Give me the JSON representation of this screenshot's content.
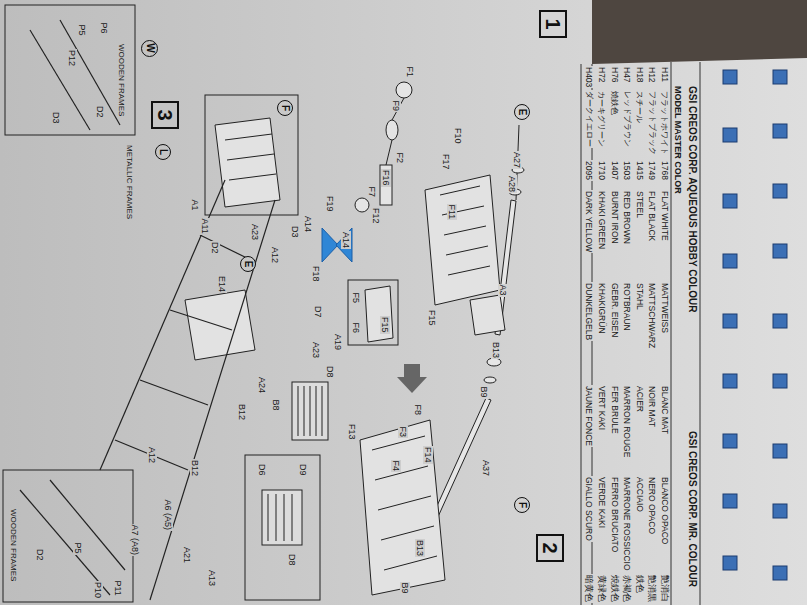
{
  "diagram": {
    "nodes": [
      {
        "text": [
          "1"
        ]
      },
      {
        "text": [
          "2"
        ]
      },
      {
        "text": [
          "3"
        ]
      },
      {
        "text": [
          "E"
        ]
      },
      {
        "text": [
          "F"
        ]
      },
      {
        "text": [
          "F"
        ]
      },
      {
        "text": [
          "E"
        ]
      },
      {
        "text": [
          "L"
        ]
      },
      {
        "text": [
          "W"
        ]
      }
    ],
    "labels": [
      "GSI CREOS CORP. AQUEOUS HOBBY COLOUR",
      "MODEL MASTER COLOR",
      "GSI CREOS CORP. MR. COLOUR",
      "H11",
      "フラットホワイト",
      "1768",
      "FLAT WHITE",
      "MATTWEISS",
      "BLANC MAT",
      "BLANCO OPACO",
      "艶消白",
      "H12",
      "フラットブラック",
      "1749",
      "FLAT BLACK",
      "MATTSCHWARZ",
      "NOIR MAT",
      "NERO OPACO",
      "艶消黒",
      "H18",
      "スチール",
      "1415",
      "STEEL",
      "STAHL",
      "ACIER",
      "ACCIAIO",
      "鉄色",
      "H47",
      "レッドブラウン",
      "1503",
      "RED BROWN",
      "ROTBRAUN",
      "MARRON ROUGE",
      "MARRONE ROSSICCIO",
      "赤褐色",
      "H76",
      "焼鉄色",
      "1407",
      "BURNT IRON",
      "GEBR. EISEN",
      "FER BRULE",
      "FERRO BRUCIATO",
      "焼鉄色",
      "H72",
      "カーキグリーン",
      "1710",
      "KHAKI GREEN",
      "KHAKIGRÜN",
      "VERT KAKI",
      "VERDE KAKI",
      "黄緑色",
      "H403",
      "ダークイエロー",
      "2095",
      "DARK YELLOW",
      "DUNKELGELB",
      "JAUNE FONCE",
      "GIALLO SCURO",
      "暗黄色",
      "A27",
      "A28",
      "A3",
      "B13",
      "B9",
      "A37",
      "B13",
      "B9",
      "F10",
      "F17",
      "F11",
      "F15",
      "F15",
      "F5",
      "F6",
      "F1",
      "F9",
      "F2",
      "F16",
      "F7",
      "F12",
      "A14",
      "F19",
      "A14",
      "F18",
      "F14",
      "F8",
      "F3",
      "F4",
      "F13",
      "A23",
      "A19",
      "D8",
      "A23",
      "D7",
      "D3",
      "A12",
      "A1",
      "A11",
      "D2",
      "E14",
      "A24",
      "B8",
      "B12",
      "B12",
      "A12",
      "A6 (A5)",
      "A7 (A8)",
      "A21",
      "A13",
      "D9",
      "D6",
      "D8",
      "P6",
      "P5",
      "P12",
      "D2",
      "D3",
      "WOODEN FRAMES",
      "METALLIC FRAMES",
      "D2",
      "P5",
      "P10",
      "P11",
      "WOODEN FRAMES"
    ]
  }
}
